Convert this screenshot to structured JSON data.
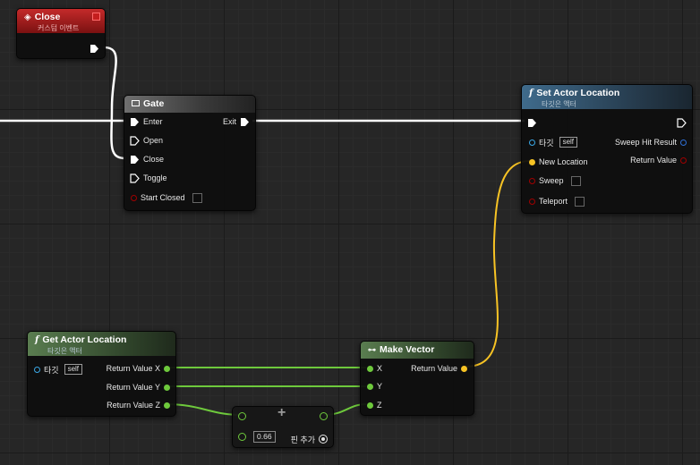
{
  "close_event": {
    "title": "Close",
    "subtitle": "커스텀 이벤트"
  },
  "gate": {
    "title": "Gate",
    "inputs": [
      "Enter",
      "Open",
      "Close",
      "Toggle",
      "Start Closed"
    ],
    "output": "Exit"
  },
  "set_actor_location": {
    "title": "Set Actor Location",
    "subtitle": "타깃은 액터",
    "target_label": "타깃",
    "target_value": "self",
    "new_location": "New Location",
    "sweep": "Sweep",
    "teleport": "Teleport",
    "sweep_hit_result": "Sweep Hit Result",
    "return_value": "Return Value"
  },
  "get_actor_location": {
    "title": "Get Actor Location",
    "subtitle": "타깃은 액터",
    "target_label": "타깃",
    "target_value": "self",
    "outputs": [
      "Return Value X",
      "Return Value Y",
      "Return Value Z"
    ]
  },
  "make_vector": {
    "title": "Make Vector",
    "inputs": [
      "X",
      "Y",
      "Z"
    ],
    "output": "Return Value"
  },
  "multiply": {
    "symbol": "+",
    "value": "0.66",
    "add_pin": "핀 추가"
  },
  "colors": {
    "exec": "#ffffff",
    "vector": "#f7c324",
    "float": "#6ec93c",
    "object": "#3aa8e6",
    "bool": "#a10000",
    "event_header": "#a31717",
    "call_header": "#4e7a9a",
    "pure_header": "#5a7d50",
    "gate_header": "#6f6f6f"
  }
}
